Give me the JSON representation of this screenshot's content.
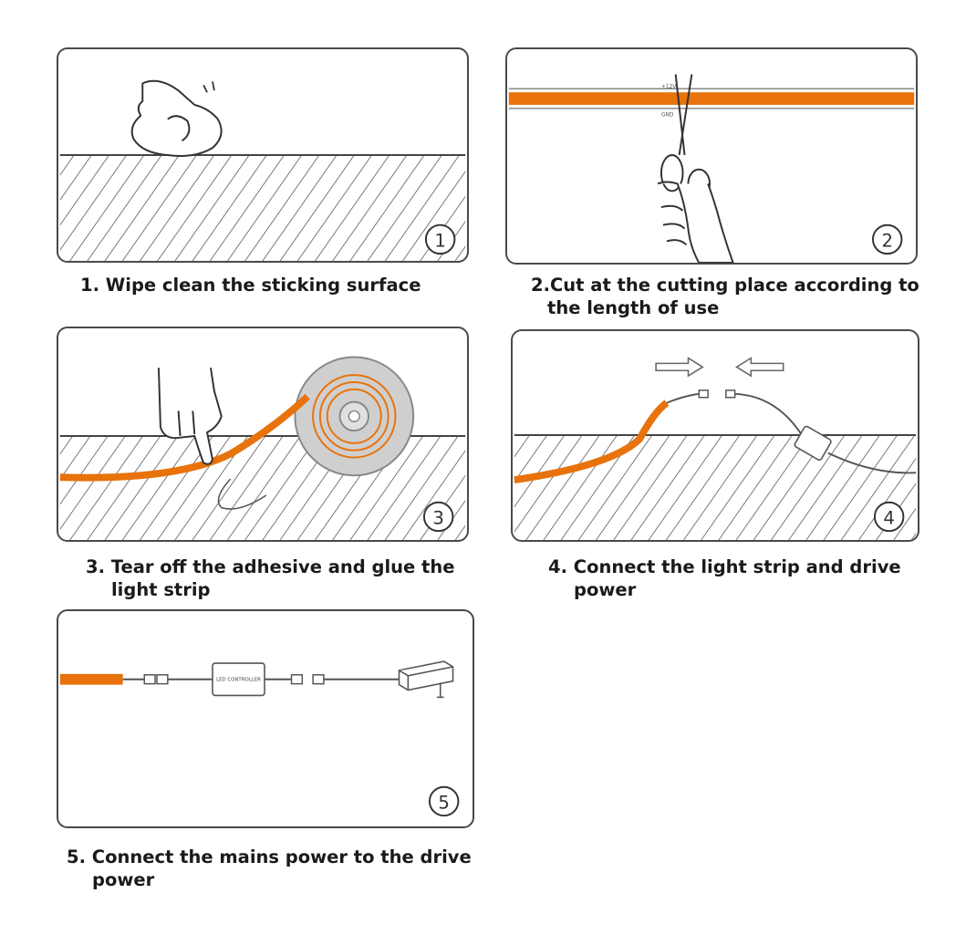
{
  "steps": [
    {
      "badge": "1",
      "caption_line1": "1. Wipe clean the sticking surface",
      "caption_line2": ""
    },
    {
      "badge": "2",
      "caption_line1": "2.Cut at the cutting place according to",
      "caption_line2": "the length of use",
      "strip_marks": {
        "top": "+12V",
        "bottom": "GND"
      }
    },
    {
      "badge": "3",
      "caption_line1": "3. Tear off the adhesive and glue the",
      "caption_line2": "light strip"
    },
    {
      "badge": "4",
      "caption_line1": "4. Connect the light strip and drive",
      "caption_line2": "power"
    },
    {
      "badge": "5",
      "caption_line1": "5. Connect the mains power to the drive",
      "caption_line2": "power",
      "controller_label": "LED CONTROLLER"
    }
  ],
  "colors": {
    "strip": "#e8720c",
    "outline": "#4a4a4a",
    "hatch": "#555555"
  }
}
